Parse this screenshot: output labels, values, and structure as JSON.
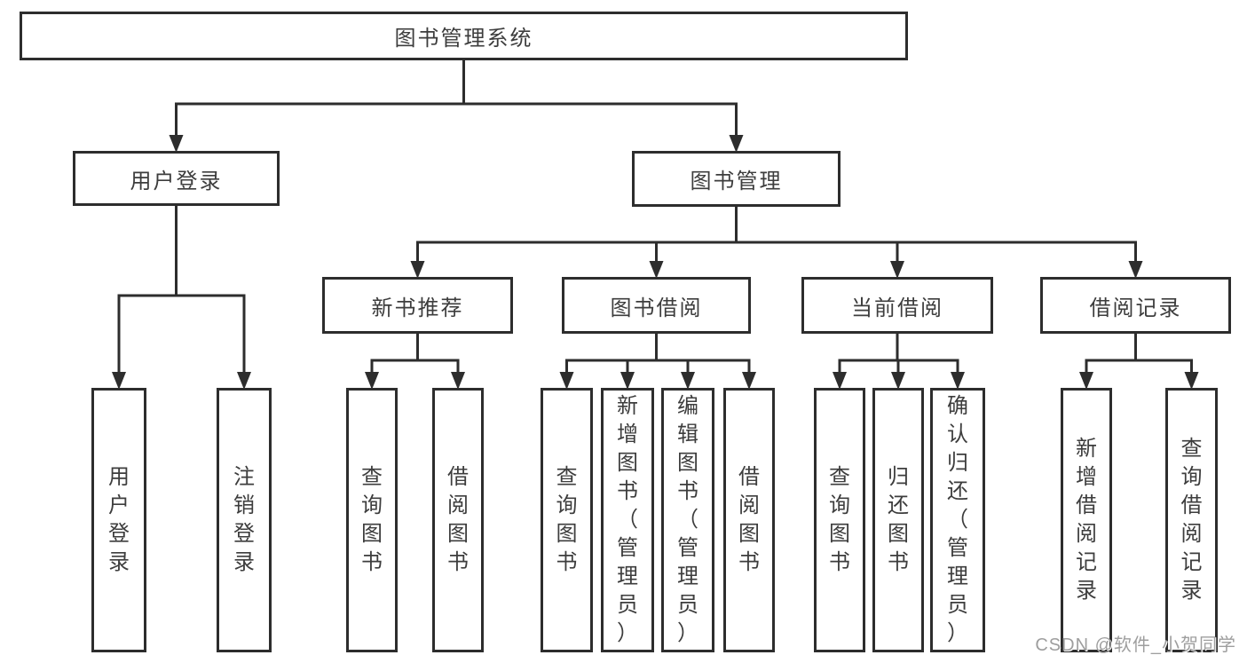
{
  "tree": {
    "root": {
      "label": "图书管理系统",
      "children": [
        {
          "label": "用户登录",
          "children": [
            {
              "label": "用户登录"
            },
            {
              "label": "注销登录"
            }
          ]
        },
        {
          "label": "图书管理",
          "children": [
            {
              "label": "新书推荐",
              "children": [
                {
                  "label": "查询图书"
                },
                {
                  "label": "借阅图书"
                }
              ]
            },
            {
              "label": "图书借阅",
              "children": [
                {
                  "label": "查询图书"
                },
                {
                  "label": "新增图书（管理员）"
                },
                {
                  "label": "编辑图书（管理员）"
                },
                {
                  "label": "借阅图书"
                }
              ]
            },
            {
              "label": "当前借阅",
              "children": [
                {
                  "label": "查询图书"
                },
                {
                  "label": "归还图书"
                },
                {
                  "label": "确认归还（管理员）"
                }
              ]
            },
            {
              "label": "借阅记录",
              "children": [
                {
                  "label": "新增借阅记录"
                },
                {
                  "label": "查询借阅记录"
                }
              ]
            }
          ]
        }
      ]
    }
  },
  "watermark": {
    "text": "CSDN @软件_小贺同学"
  },
  "colors": {
    "line": "#2d2d2d",
    "box_border": "#2d2d2d",
    "text": "#3d3d3d",
    "watermark": "#9e9e9e",
    "background": "#ffffff"
  }
}
